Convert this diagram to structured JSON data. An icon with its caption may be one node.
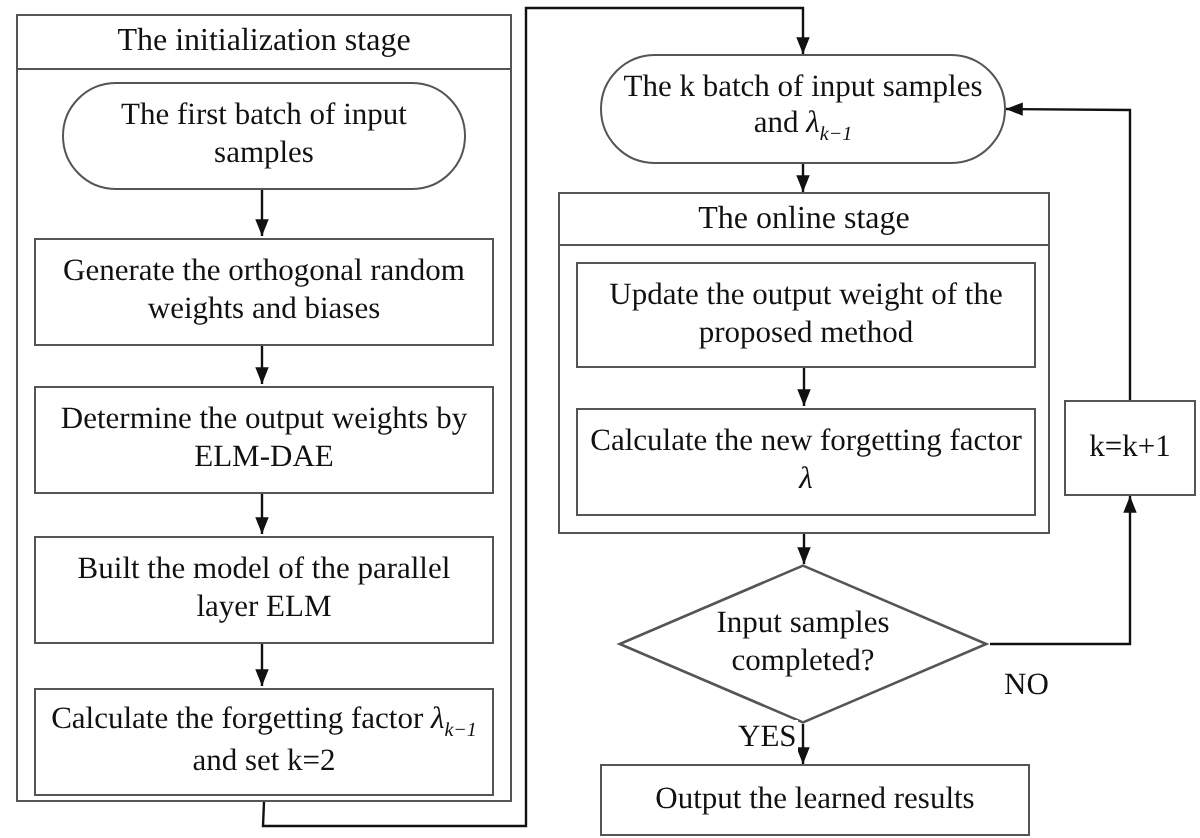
{
  "diagram": {
    "nodes": [
      {
        "text": [
          "The initialization stage"
        ]
      },
      {
        "text": [
          "The first batch of input samples"
        ],
        "in": 0
      },
      {
        "text": [
          "Generate the orthogonal random weights and biases"
        ],
        "in": 0
      },
      {
        "text": [
          "Determine the output weights by ELM-DAE"
        ],
        "in": 0
      },
      {
        "text": [
          "Built the model of the parallel layer ELM"
        ],
        "in": 0
      },
      {
        "text": [
          "Calculate the forgetting factor *λ*$_{k−1}$ and set k=2"
        ],
        "in": 0
      },
      {
        "text": [
          "The k batch of input samples and *λ*$_{k−1}$"
        ]
      },
      {
        "text": [
          "The online stage"
        ]
      },
      {
        "text": [
          "Update the output weight of the proposed method"
        ],
        "in": 7
      },
      {
        "text": [
          "Calculate the new forgetting factor *λ*"
        ],
        "in": 7
      },
      {
        "text": [
          "Input samples completed?"
        ]
      },
      {
        "text": [
          "Output the learned results"
        ]
      },
      {
        "text": [
          "k=k+1"
        ]
      }
    ],
    "edges": [
      {
        "from": 1,
        "to": 2,
        "arrow": "to"
      },
      {
        "from": 2,
        "to": 3,
        "arrow": "to"
      },
      {
        "from": 3,
        "to": 4,
        "arrow": "to"
      },
      {
        "from": 4,
        "to": 5,
        "arrow": "to"
      },
      {
        "from": 0,
        "to": 6,
        "arrow": "to"
      },
      {
        "from": 6,
        "to": 7,
        "arrow": "to"
      },
      {
        "from": 8,
        "to": 9,
        "arrow": "to"
      },
      {
        "from": 7,
        "to": 10,
        "arrow": "to"
      },
      {
        "from": 10,
        "to": 11,
        "arrow": "to",
        "label": "YES"
      },
      {
        "from": 10,
        "to": 12,
        "arrow": "to",
        "label": "NO"
      },
      {
        "from": 12,
        "to": 6,
        "arrow": "to"
      }
    ]
  }
}
